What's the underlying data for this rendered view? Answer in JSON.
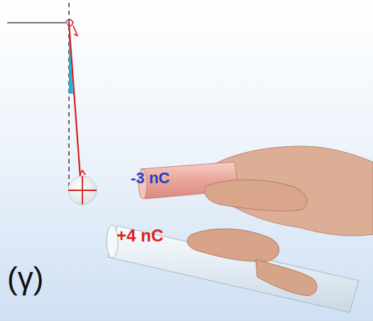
{
  "diagram": {
    "labels": [
      "-3 nC",
      "+4 nC",
      "(γ)"
    ]
  }
}
